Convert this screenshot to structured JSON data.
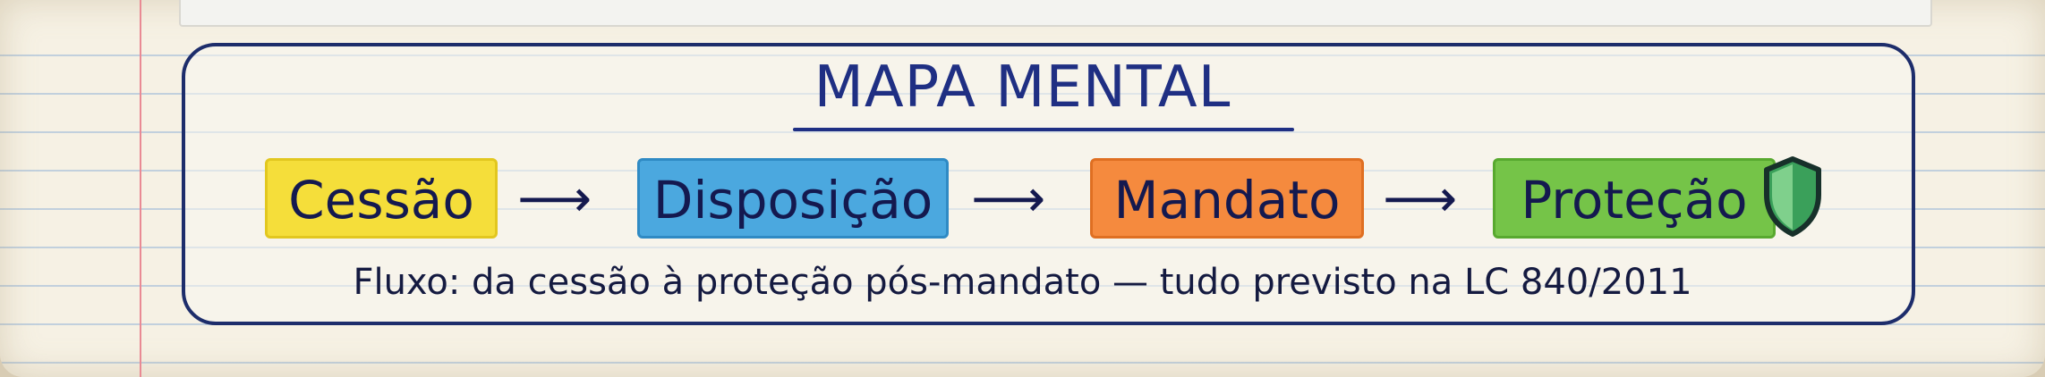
{
  "title": "MAPA MENTAL",
  "nodes": [
    {
      "label": "Cessão",
      "color": "#f5de3a"
    },
    {
      "label": "Disposição",
      "color": "#4ba8df"
    },
    {
      "label": "Mandato",
      "color": "#f58a3e"
    },
    {
      "label": "Proteção",
      "color": "#75c448"
    }
  ],
  "arrow_glyph": "⟶",
  "icon": "shield-icon",
  "caption": "Fluxo: da cessão à proteção pós-mandato — tudo previsto na LC 840/2011"
}
